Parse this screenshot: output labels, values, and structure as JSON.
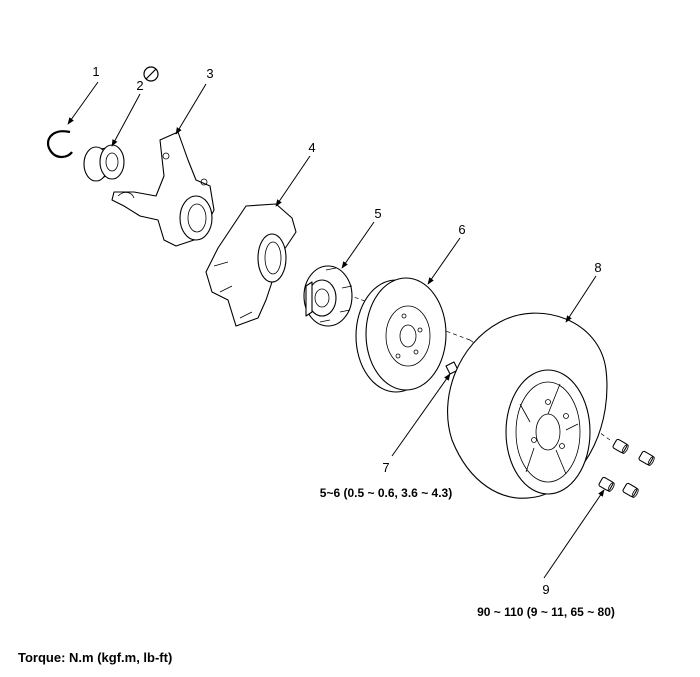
{
  "callouts": {
    "c1": "1",
    "c2": "2",
    "c3": "3",
    "c4": "4",
    "c5": "5",
    "c6": "6",
    "c7": "7",
    "c8": "8",
    "c9": "9"
  },
  "torque_specs": {
    "t7": "5~6 (0.5 ~ 0.6, 3.6 ~ 4.3)",
    "t9": "90 ~ 110 (9 ~ 11, 65 ~ 80)"
  },
  "caption": "Torque: N.m (kgf.m, lb-ft)"
}
